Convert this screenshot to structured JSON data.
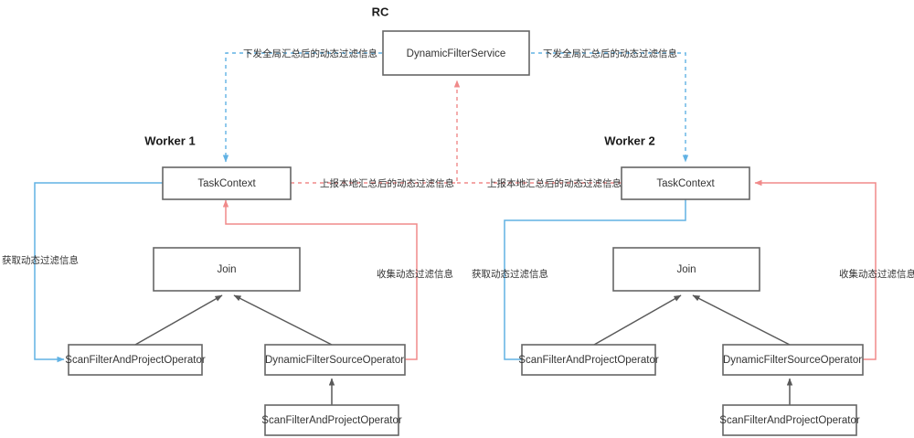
{
  "diagram": {
    "title_rc": "RC",
    "groups": [
      {
        "id": "worker1",
        "label": "Worker 1"
      },
      {
        "id": "worker2",
        "label": "Worker 2"
      }
    ],
    "nodes": {
      "dynamic_filter_service": "DynamicFilterService",
      "w1_task_context": "TaskContext",
      "w1_join": "Join",
      "w1_scan_left": "ScanFilterAndProjectOperator",
      "w1_dynamic_source": "DynamicFilterSourceOperator",
      "w1_scan_bottom": "ScanFilterAndProjectOperator",
      "w2_task_context": "TaskContext",
      "w2_join": "Join",
      "w2_scan_left": "ScanFilterAndProjectOperator",
      "w2_dynamic_source": "DynamicFilterSourceOperator",
      "w2_scan_bottom": "ScanFilterAndProjectOperator"
    },
    "edge_labels": {
      "push_global_left": "下发全局汇总后的动态过滤信息",
      "push_global_right": "下发全局汇总后的动态过滤信息",
      "report_local_left": "上报本地汇总后的动态过滤信息",
      "report_local_right": "上报本地汇总后的动态过滤信息",
      "fetch_left": "获取动态过滤信息",
      "fetch_right": "获取动态过滤信息",
      "collect_left": "收集动态过滤信息",
      "collect_right": "收集动态过滤信息"
    },
    "colors": {
      "box_stroke": "#666666",
      "box_fill": "#ffffff",
      "text": "#333333",
      "solid_edge": "#595959",
      "blue_edge": "#61b2e4",
      "red_edge": "#f08a8a"
    }
  }
}
